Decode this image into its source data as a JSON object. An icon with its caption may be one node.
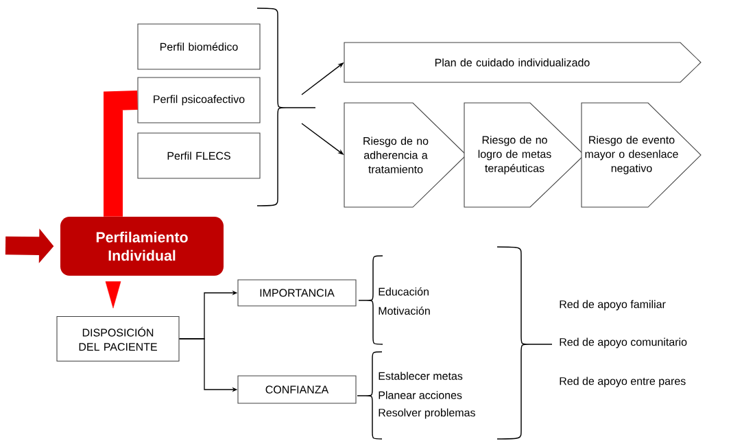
{
  "diagram": {
    "nodes": [
      {
        "text": [
          "Perfil biomédico"
        ]
      },
      {
        "text": [
          "Perfil psicoafectivo"
        ]
      },
      {
        "text": [
          "Perfil FLECS"
        ]
      },
      {
        "text": [
          "Plan de cuidado individualizado"
        ]
      },
      {
        "text": [
          "Riesgo de no adherencia a tratamiento"
        ]
      },
      {
        "text": [
          "Riesgo de no logro de metas terapéuticas"
        ]
      },
      {
        "text": [
          "Riesgo de evento mayor o desenlace negativo"
        ]
      },
      {
        "text": [
          "Perfilamiento Individual"
        ]
      },
      {
        "text": [
          "DISPOSICIÓN DEL PACIENTE"
        ]
      },
      {
        "text": [
          "IMPORTANCIA"
        ]
      },
      {
        "text": [
          "CONFIANZA"
        ]
      }
    ],
    "edges": [
      {
        "from": null,
        "to": 3,
        "arrow": "to"
      },
      {
        "from": null,
        "to": 4,
        "arrow": "to"
      },
      {
        "from": 7,
        "to": 1,
        "arrow": "none",
        "style": "thick",
        "color": "#ff0000"
      },
      {
        "from": null,
        "to": 7,
        "arrow": "to",
        "style": "thick",
        "color": "#c00000"
      },
      {
        "from": 7,
        "to": 8,
        "arrow": "to",
        "color": "#ff0000"
      },
      {
        "from": 8,
        "to": 9,
        "arrow": "to"
      },
      {
        "from": 8,
        "to": 10,
        "arrow": "to"
      }
    ],
    "labels": [
      "Educación",
      "Motivación",
      "Establecer metas",
      "Planear acciones",
      "Resolver problemas",
      "Red de apoyo familiar",
      "Red de apoyo comunitario",
      "Red de apoyo entre pares"
    ]
  }
}
